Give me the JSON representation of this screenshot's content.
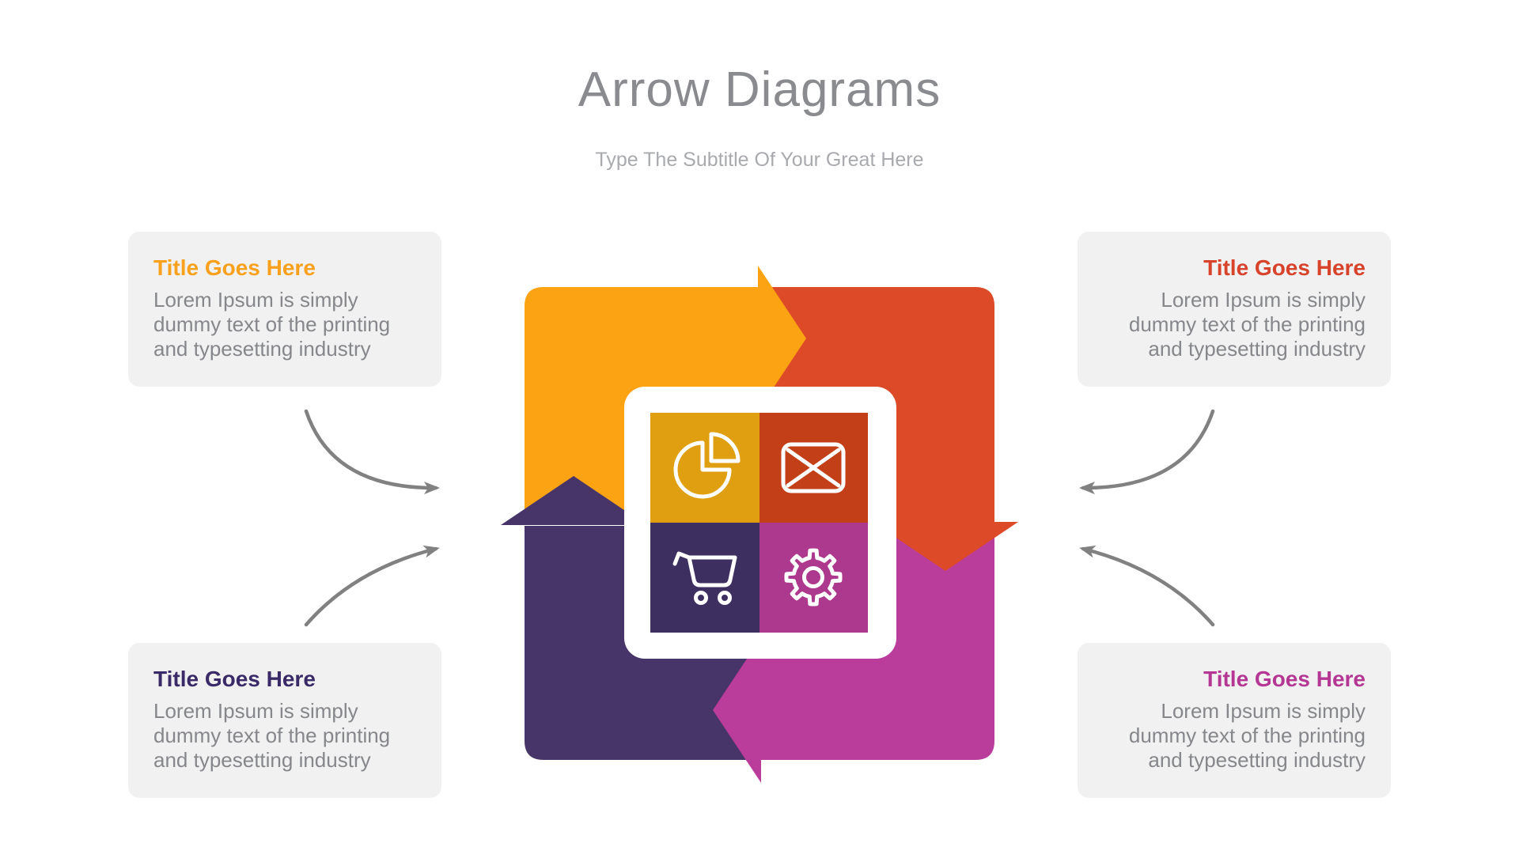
{
  "header": {
    "title": "Arrow Diagrams",
    "subtitle": "Type The Subtitle Of Your Great Here"
  },
  "boxes": {
    "top_left": {
      "title": "Title Goes Here",
      "title_color": "#f9a11c",
      "body": "Lorem Ipsum is simply dummy text of the printing and typesetting industry"
    },
    "top_right": {
      "title": "Title Goes Here",
      "title_color": "#d7432b",
      "body": "Lorem Ipsum is simply dummy text of the printing and typesetting industry"
    },
    "bottom_left": {
      "title": "Title Goes Here",
      "title_color": "#3a2b68",
      "body": "Lorem Ipsum is simply dummy text of the printing and typesetting industry"
    },
    "bottom_right": {
      "title": "Title Goes Here",
      "title_color": "#b53794",
      "body": "Lorem Ipsum is simply dummy text of the printing and typesetting industry"
    }
  },
  "diagram": {
    "arrow_colors": {
      "yellow": "#fba312",
      "red": "#dc4a27",
      "purple": "#473468",
      "magenta": "#ba3c9b"
    },
    "tile_colors": {
      "yellow": "#df9f10",
      "red": "#c23f17",
      "purple": "#3e2f61",
      "magenta": "#ac398e"
    },
    "frame_color": "#ffffff",
    "icon_color": "#ffffff",
    "icons": [
      "pie-chart",
      "mail",
      "shopping-cart",
      "gear"
    ]
  },
  "connectors": {
    "color": "#818181",
    "count": 4
  }
}
